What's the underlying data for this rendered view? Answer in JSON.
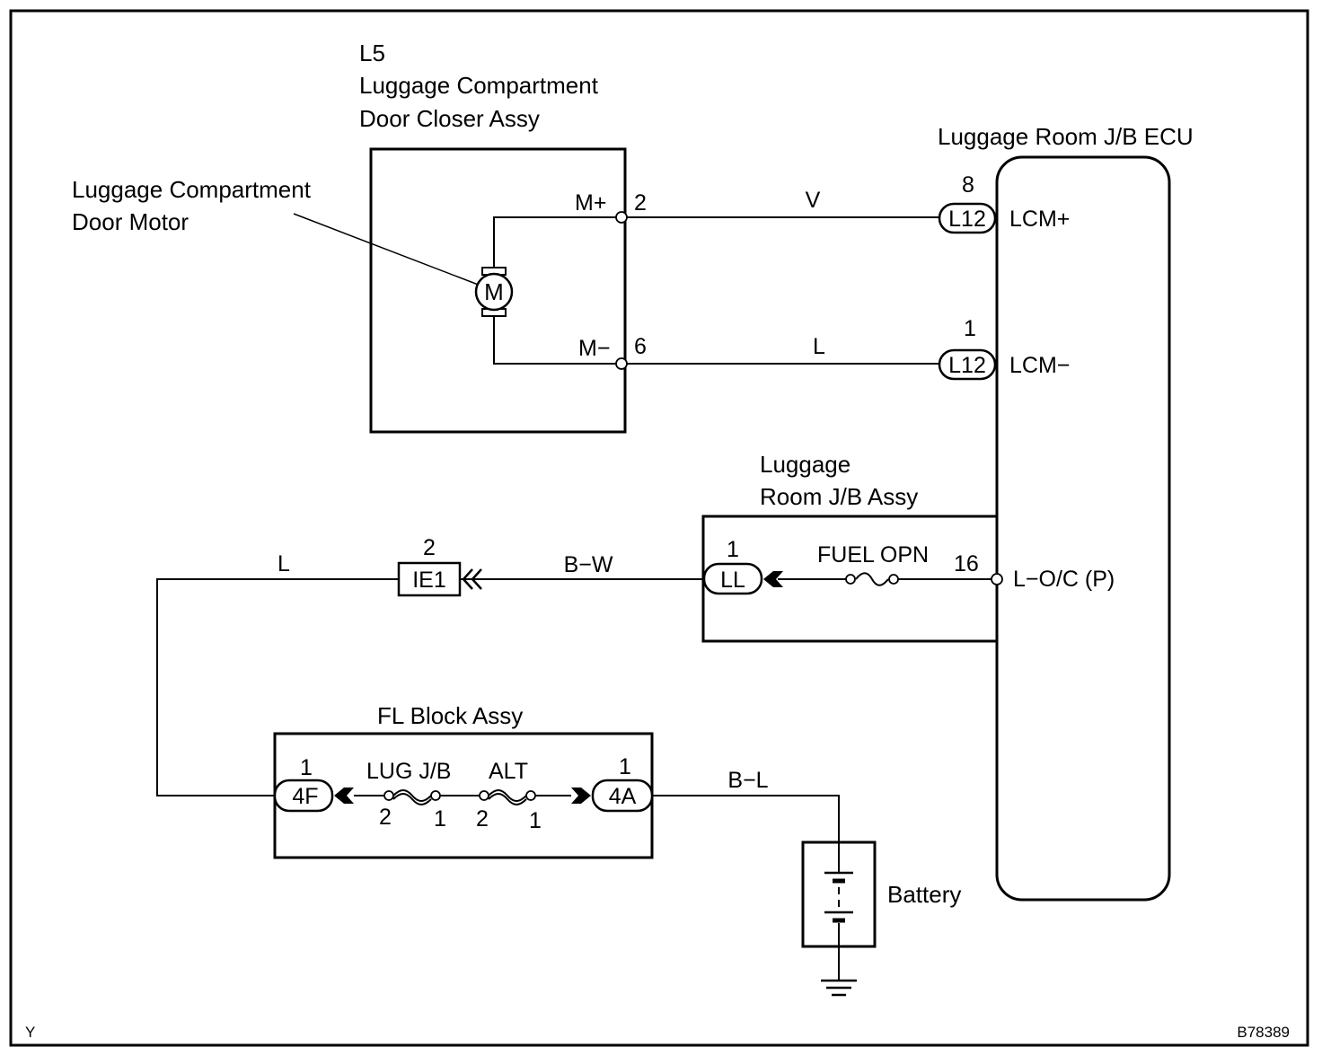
{
  "frame": {
    "corner_label": "Y",
    "figure_id": "B78389"
  },
  "closer": {
    "code": "L5",
    "name_line1": "Luggage Compartment",
    "name_line2": "Door Closer Assy",
    "motor_label_line1": "Luggage Compartment",
    "motor_label_line2": "Door Motor",
    "motor_symbol": "M",
    "pin_plus_name": "M+",
    "pin_plus_no": "2",
    "pin_minus_name": "M−",
    "pin_minus_no": "6"
  },
  "wires": {
    "plus_color": "V",
    "minus_color": "L",
    "bw_color": "B−W",
    "left_color": "L",
    "battery_color": "B−L"
  },
  "ecu": {
    "title": "Luggage Room J/B ECU",
    "connector": "L12",
    "pin_plus_no": "8",
    "pin_plus_name": "LCM+",
    "pin_minus_no": "1",
    "pin_minus_name": "LCM−",
    "loc_pin_no": "16",
    "loc_pin_name": "L−O/C (P)"
  },
  "jb_assy": {
    "name_line1": "Luggage",
    "name_line2": "Room J/B Assy",
    "fuse_label": "FUEL OPN",
    "connector": "LL",
    "connector_pin": "1"
  },
  "ie1": {
    "connector": "IE1",
    "pin": "2"
  },
  "fl_block": {
    "title": "FL Block Assy",
    "left_connector": "4F",
    "left_pin": "1",
    "right_connector": "4A",
    "right_pin": "1",
    "fuse1_label": "LUG J/B",
    "fuse1_pin_left": "2",
    "fuse1_pin_right": "1",
    "fuse2_label": "ALT",
    "fuse2_pin_left": "2",
    "fuse2_pin_right": "1"
  },
  "battery": {
    "label": "Battery"
  }
}
